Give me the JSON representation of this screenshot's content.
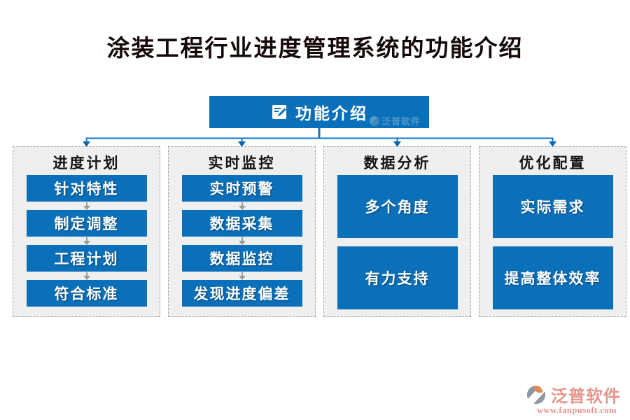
{
  "title": "涂装工程行业进度管理系统的功能介绍",
  "header": {
    "label": "功能介绍",
    "icon": "edit-document-icon",
    "watermark_brand": "泛普软件"
  },
  "columns": [
    {
      "title": "进度计划",
      "items": [
        "针对特性",
        "制定调整",
        "工程计划",
        "符合标准"
      ]
    },
    {
      "title": "实时监控",
      "items": [
        "实时预警",
        "数据采集",
        "数据监控",
        "发现进度偏差"
      ]
    },
    {
      "title": "数据分析",
      "items": [
        "多个角度",
        "有力支持"
      ]
    },
    {
      "title": "优化配置",
      "items": [
        "实际需求",
        "提高整体效率"
      ]
    }
  ],
  "footer": {
    "brand": "泛普软件",
    "url": "www.fanpusoft.com"
  },
  "colors": {
    "accent_blue": "#0a70ba",
    "connector_blue": "#1076c4",
    "panel_bg": "#efefef",
    "panel_border": "#a3a3a3",
    "flow_arrow_gray": "#9a9a9a",
    "brand_pink": "#e6948b",
    "title_black": "#140808"
  }
}
